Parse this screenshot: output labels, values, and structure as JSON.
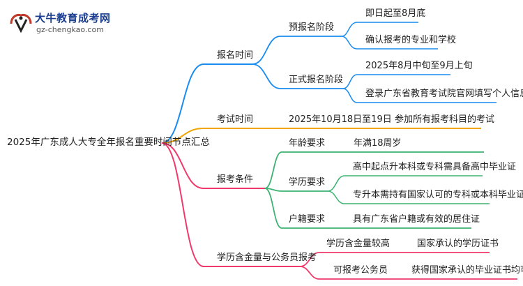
{
  "logo": {
    "title": "大牛教育成考网",
    "subtitle": "gz-chengkao.com",
    "mark_color": "#c0392b"
  },
  "colors": {
    "blue": "#1a8cf0",
    "orange": "#f0a500",
    "pink": "#f0386b"
  },
  "root": "2025年广东成人大专全年报名重要时间节点汇总",
  "branches": {
    "registration_time": {
      "label": "报名时间",
      "pre_registration": {
        "label": "预报名阶段",
        "items": [
          "即日起至8月底",
          "确认报考的专业和学校"
        ]
      },
      "formal_registration": {
        "label": "正式报名阶段",
        "items": [
          "2025年8月中旬至9月上旬",
          "登录广东省教育考试院官网填写个人信息"
        ]
      }
    },
    "exam_time": {
      "label": "考试时间",
      "date": "2025年10月18日至19日",
      "note": "参加所有报考科目的考试"
    },
    "requirements": {
      "label": "报考条件",
      "age": {
        "label": "年龄要求",
        "items": [
          "年满18周岁"
        ]
      },
      "education": {
        "label": "学历要求",
        "items": [
          "高中起点升本科或专科需具备高中毕业证",
          "专升本需持有国家认可的专科或本科毕业证"
        ]
      },
      "residence": {
        "label": "户籍要求",
        "items": [
          "具有广东省户籍或有效的居住证"
        ]
      }
    },
    "value": {
      "label": "学历含金量与公务员报考",
      "high_value": {
        "label": "学历含金量较高",
        "items": [
          "国家承认的学历证书"
        ]
      },
      "civil_service": {
        "label": "可报考公务员",
        "items": [
          "获得国家承认的毕业证书均可报考"
        ]
      }
    }
  }
}
